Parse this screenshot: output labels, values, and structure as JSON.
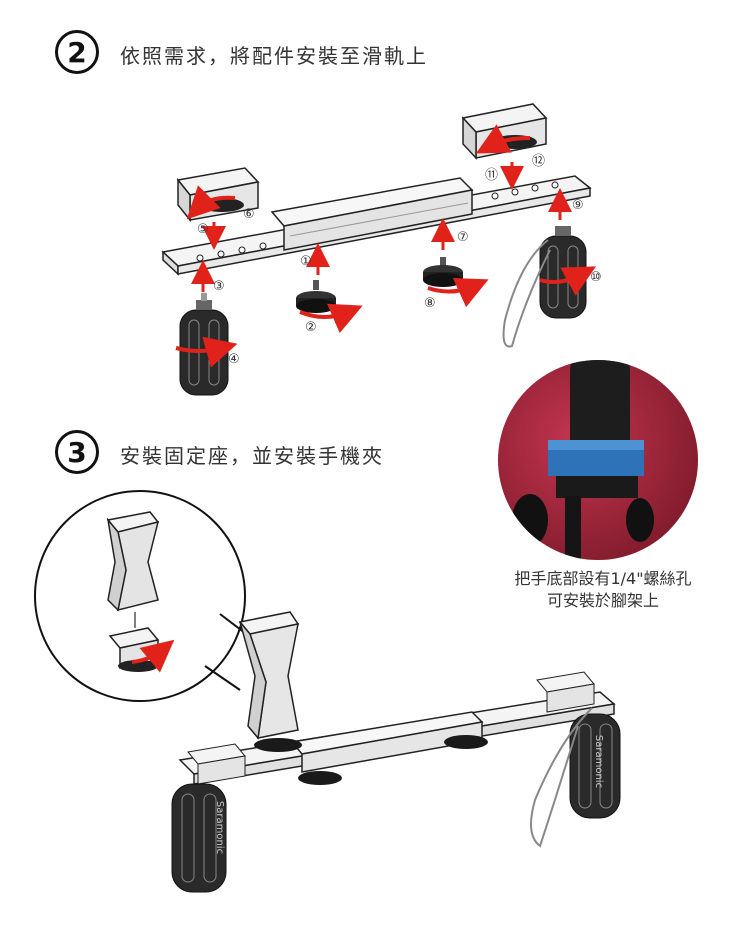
{
  "step2": {
    "number": "2",
    "title": "依照需求，將配件安裝至滑軌上"
  },
  "step2_markers": [
    "①",
    "②",
    "③",
    "④",
    "⑤",
    "⑥",
    "⑦",
    "⑧",
    "⑨",
    "⑩",
    "⑪",
    "⑫"
  ],
  "step3": {
    "number": "3",
    "title": "安裝固定座，並安裝手機夾"
  },
  "tripod_caption": {
    "line1": "把手底部設有1/4\"螺絲孔",
    "line2": "可安裝於腳架上"
  },
  "brand_text": "Saramonic",
  "colors": {
    "arrow": "#e0221b",
    "ink": "#1a1a1a",
    "photo_bg": "#b0283c"
  }
}
